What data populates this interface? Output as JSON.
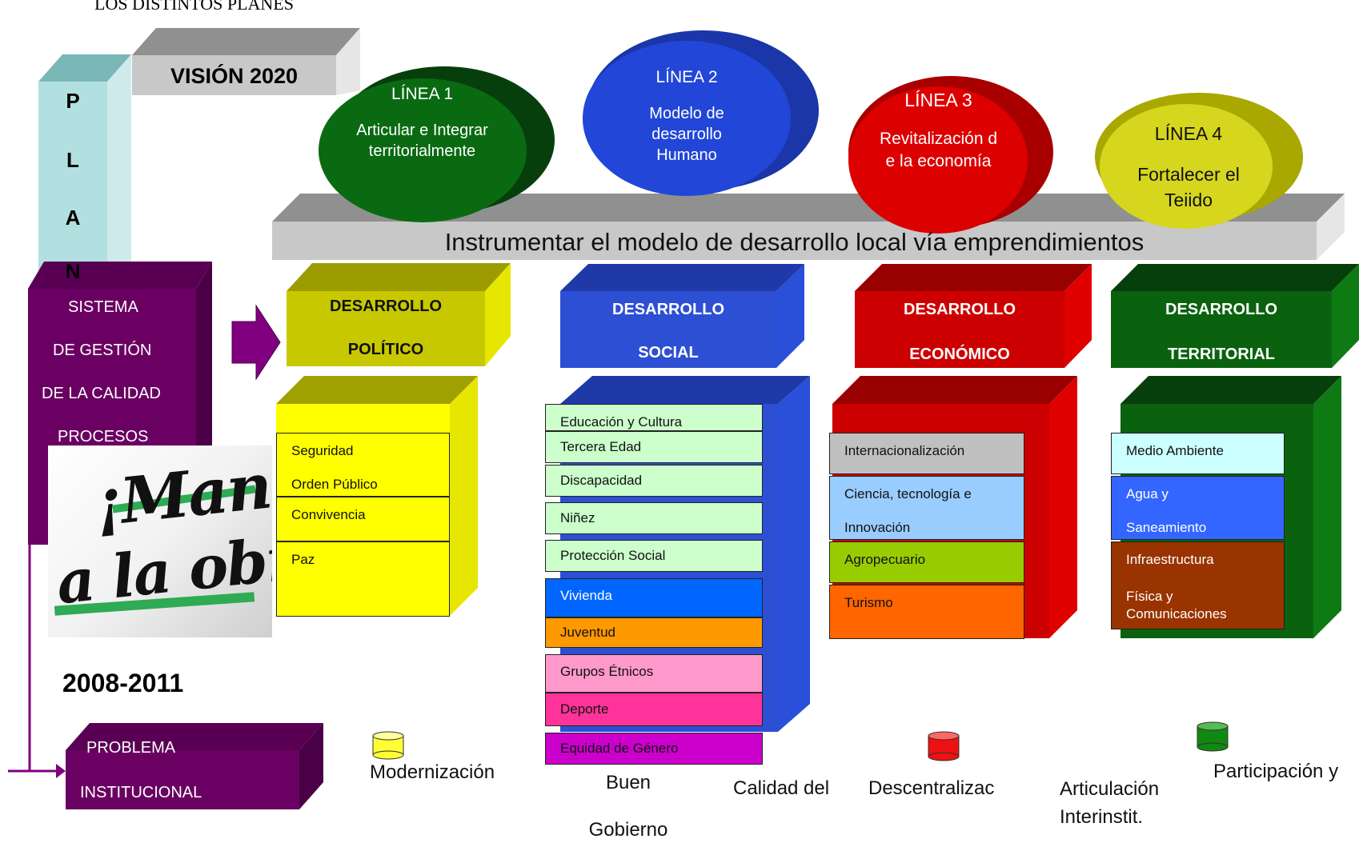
{
  "header": {
    "caption": "LOS DISTINTOS  PLANES"
  },
  "vision": {
    "label": "VISIÓN 2020"
  },
  "plan_column": {
    "letters": [
      "P",
      "L",
      "A",
      "N"
    ]
  },
  "sistema": {
    "lines": [
      "SISTEMA",
      "DE GESTIÓN",
      "DE LA CALIDAD",
      "PROCESOS"
    ]
  },
  "logo": {
    "line1": "¡Manos",
    "line2": "a la obra!"
  },
  "period": "2008-2011",
  "problema": {
    "lines": [
      "PROBLEMA",
      "INSTITUCIONAL"
    ]
  },
  "bar": {
    "label": "Instrumentar el modelo de desarrollo local vía emprendimientos"
  },
  "lineas": [
    {
      "title": "LÍNEA 1",
      "text": "Articular e Integrar territorialmente",
      "color": "#0a6a12"
    },
    {
      "title": "LÍNEA 2",
      "text": "Modelo de desarrollo Humano",
      "color": "#2146d8"
    },
    {
      "title": "LÍNEA 3",
      "text": "Revitalización de la economía",
      "color": "#dd0000"
    },
    {
      "title": "LÍNEA 4",
      "text": "Fortalecer el Tejido",
      "color": "#d6d61e"
    }
  ],
  "desarrollos": [
    {
      "line1": "DESARROLLO",
      "line2": "POLÍTICO",
      "color": "#c8c800"
    },
    {
      "line1": "DESARROLLO",
      "line2": "SOCIAL",
      "color": "#2d4fd4"
    },
    {
      "line1": "DESARROLLO",
      "line2": "ECONÓMICO",
      "color": "#cc0000"
    },
    {
      "line1": "DESARROLLO",
      "line2": "TERRITORIAL",
      "color": "#0a620f"
    }
  ],
  "politico_items": [
    "Seguridad",
    "Orden Público",
    "Convivencia",
    "Paz"
  ],
  "social_items": [
    "Educación y Cultura",
    "Tercera Edad",
    "Discapacidad",
    "Niñez",
    "Protección Social",
    "Vivienda",
    "Juventud",
    "Grupos Étnicos",
    "Deporte",
    "Equidad de Género"
  ],
  "economico_items": [
    "Internacionalización",
    "Ciencia, tecnología  e",
    "Innovación",
    "Agropecuario",
    "Turismo"
  ],
  "territorial_items": [
    "Medio Ambiente",
    "Agua y",
    "Saneamiento",
    "Infraestructura",
    "Física y",
    "Comunicaciones"
  ],
  "legend": [
    {
      "label": "Modernización",
      "color": "#ffff33"
    },
    {
      "label": "Buen",
      "label2": "Gobierno"
    },
    {
      "label": "Calidad del"
    },
    {
      "label": "Descentralizac",
      "color": "#ee1111"
    },
    {
      "label": "Articulación",
      "label2": "Interinstit."
    },
    {
      "label": "Participación y",
      "color": "#118811"
    }
  ]
}
